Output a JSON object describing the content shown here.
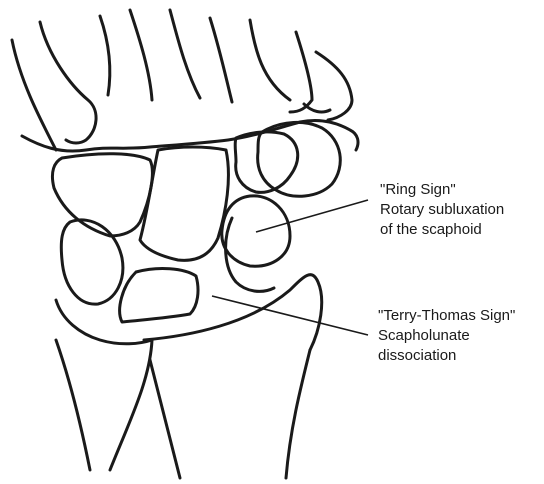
{
  "annotations": [
    {
      "id": "ring-sign",
      "lines": [
        "\"Ring Sign\"",
        "Rotary subluxation",
        "of the scaphoid"
      ]
    },
    {
      "id": "terry-thomas-sign",
      "lines": [
        "\"Terry-Thomas Sign\"",
        "Scapholunate",
        "dissociation"
      ]
    }
  ]
}
